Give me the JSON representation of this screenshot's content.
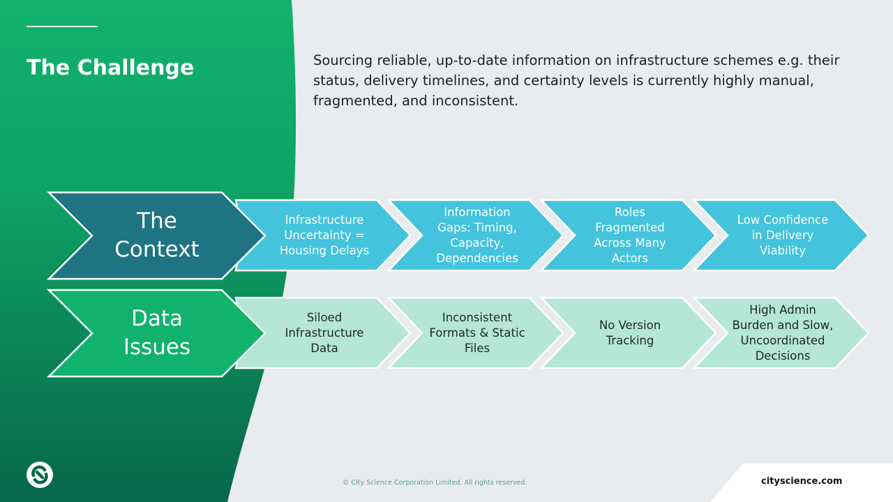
{
  "slide": {
    "title": "The Challenge",
    "intro": "Sourcing reliable, up-to-date information on infrastructure schemes e.g. their status, delivery timelines, and certainty levels is currently highly manual, fragmented, and inconsistent."
  },
  "rows": [
    {
      "heading": "The\nContext",
      "items": [
        "Infrastructure\nUncertainty =\nHousing Delays",
        "Information\nGaps: Timing,\nCapacity,\nDependencies",
        "Roles\nFragmented\nAcross Many\nActors",
        "Low Confidence\nin Delivery\nViability"
      ]
    },
    {
      "heading": "Data\nIssues",
      "items": [
        "Siloed\nInfrastructure\nData",
        "Inconsistent\nFormats & Static\nFiles",
        "No Version\nTracking",
        "High Admin\nBurden and Slow,\nUncoordinated\nDecisions"
      ]
    }
  ],
  "footer": {
    "copyright": "© City Science Corporation Limited. All rights reserved.",
    "website": "cityscience.com"
  },
  "colors": {
    "panel_top": "#10b26c",
    "panel_bottom": "#07674a",
    "context_head": "#1f7484",
    "context_item": "#43c3dc",
    "issues_head": "#10b26c",
    "issues_item": "#b6e6d5",
    "slide_bg": "#e9ecef"
  },
  "icons": {
    "logo": "city-science-logo-icon"
  }
}
